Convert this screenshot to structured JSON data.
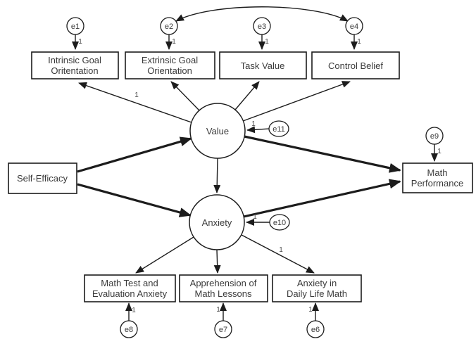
{
  "diagram": {
    "type": "structural-equation-model-path-diagram",
    "background": "#ffffff",
    "line_color": "#1c1c1c",
    "text_color": "#3a3a3a"
  },
  "labels": {
    "fixed_loading": "1"
  },
  "nodes": {
    "value": {
      "label": "Value",
      "kind": "latent"
    },
    "anxiety": {
      "label": "Anxiety",
      "kind": "latent"
    },
    "self_efficacy": {
      "label": "Self-Efficacy",
      "kind": "observed"
    },
    "math_performance": {
      "line1": "Math",
      "line2": "Performance",
      "kind": "observed"
    },
    "intrinsic_goal": {
      "line1": "Intrinsic Goal",
      "line2": "Oritentation",
      "kind": "observed"
    },
    "extrinsic_goal": {
      "line1": "Extrinsic Goal",
      "line2": "Orientation",
      "kind": "observed"
    },
    "task_value": {
      "label": "Task Value",
      "kind": "observed"
    },
    "control_belief": {
      "label": "Control Belief",
      "kind": "observed"
    },
    "math_test_anxiety": {
      "line1": "Math Test and",
      "line2": "Evaluation Anxiety",
      "kind": "observed"
    },
    "apprehension": {
      "line1": "Apprehension of",
      "line2": "Math Lessons",
      "kind": "observed"
    },
    "daily_life": {
      "line1": "Anxiety in",
      "line2": "Daily Life Math",
      "kind": "observed"
    },
    "e1": {
      "label": "e1",
      "kind": "error"
    },
    "e2": {
      "label": "e2",
      "kind": "error"
    },
    "e3": {
      "label": "e3",
      "kind": "error"
    },
    "e4": {
      "label": "e4",
      "kind": "error"
    },
    "e6": {
      "label": "e6",
      "kind": "error"
    },
    "e7": {
      "label": "e7",
      "kind": "error"
    },
    "e8": {
      "label": "e8",
      "kind": "error"
    },
    "e9": {
      "label": "e9",
      "kind": "error"
    },
    "e10": {
      "label": "e10",
      "kind": "error"
    },
    "e11": {
      "label": "e11",
      "kind": "error"
    }
  },
  "edges": [
    {
      "from": "e2",
      "to": "e4",
      "style": "curved-double-headed-covariance"
    },
    {
      "from": "e1",
      "to": "intrinsic_goal",
      "weight": "1"
    },
    {
      "from": "e2",
      "to": "extrinsic_goal",
      "weight": "1"
    },
    {
      "from": "e3",
      "to": "task_value",
      "weight": "1"
    },
    {
      "from": "e4",
      "to": "control_belief",
      "weight": "1"
    },
    {
      "from": "value",
      "to": "intrinsic_goal",
      "weight": "1"
    },
    {
      "from": "value",
      "to": "extrinsic_goal"
    },
    {
      "from": "value",
      "to": "task_value"
    },
    {
      "from": "value",
      "to": "control_belief"
    },
    {
      "from": "e11",
      "to": "value",
      "weight": "1"
    },
    {
      "from": "self_efficacy",
      "to": "value",
      "style": "thick"
    },
    {
      "from": "self_efficacy",
      "to": "anxiety",
      "style": "thick"
    },
    {
      "from": "value",
      "to": "anxiety"
    },
    {
      "from": "value",
      "to": "math_performance",
      "style": "thick"
    },
    {
      "from": "anxiety",
      "to": "math_performance",
      "style": "thick"
    },
    {
      "from": "e9",
      "to": "math_performance",
      "weight": "1"
    },
    {
      "from": "e10",
      "to": "anxiety",
      "weight": "1"
    },
    {
      "from": "anxiety",
      "to": "math_test_anxiety"
    },
    {
      "from": "anxiety",
      "to": "apprehension"
    },
    {
      "from": "anxiety",
      "to": "daily_life",
      "weight": "1"
    },
    {
      "from": "e8",
      "to": "math_test_anxiety",
      "weight": "1"
    },
    {
      "from": "e7",
      "to": "apprehension",
      "weight": "1"
    },
    {
      "from": "e6",
      "to": "daily_life",
      "weight": "1"
    }
  ]
}
